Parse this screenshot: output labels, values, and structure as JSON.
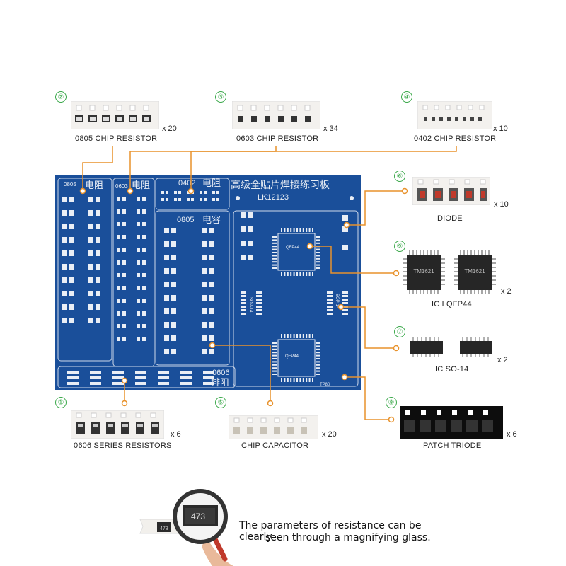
{
  "board": {
    "title_cn": "高级全贴片焊接练习板",
    "code": "LK12123",
    "section_labels": [
      "0805",
      "电阻",
      "0603",
      "电阻",
      "0402",
      "电阻",
      "0805",
      "电容",
      "0606",
      "排阻",
      "QFP44",
      "QFP44",
      "SOP-14",
      "SOP-14",
      "TP80"
    ]
  },
  "components": [
    {
      "number": "②",
      "label": "0805 CHIP RESISTOR",
      "qty": "x 20"
    },
    {
      "number": "③",
      "label": "0603 CHIP RESISTOR",
      "qty": "x 34"
    },
    {
      "number": "④",
      "label": "0402 CHIP RESISTOR",
      "qty": "x 10"
    },
    {
      "number": "⑥",
      "label": "DIODE",
      "qty": "x 10"
    },
    {
      "number": "⑨",
      "label": "IC LQFP44",
      "qty": "x 2"
    },
    {
      "number": "⑦",
      "label": "IC SO-14",
      "qty": "x 2"
    },
    {
      "number": "⑧",
      "label": "PATCH TRIODE",
      "qty": "x 6"
    },
    {
      "number": "⑤",
      "label": "CHIP CAPACITOR",
      "qty": "x 20"
    },
    {
      "number": "①",
      "label": "0606  SERIES RESISTORS",
      "qty": "x 6"
    }
  ],
  "ic_marking": "TM1621",
  "resistor_code": "473",
  "caption": {
    "line1": "The parameters of resistance can be clearly",
    "line2": "seen through a magnifying glass."
  },
  "colors": {
    "board": "#1a4f9a",
    "leader": "#e8922c",
    "number_circle": "#3aa84a",
    "pad": "#e9eef5"
  }
}
